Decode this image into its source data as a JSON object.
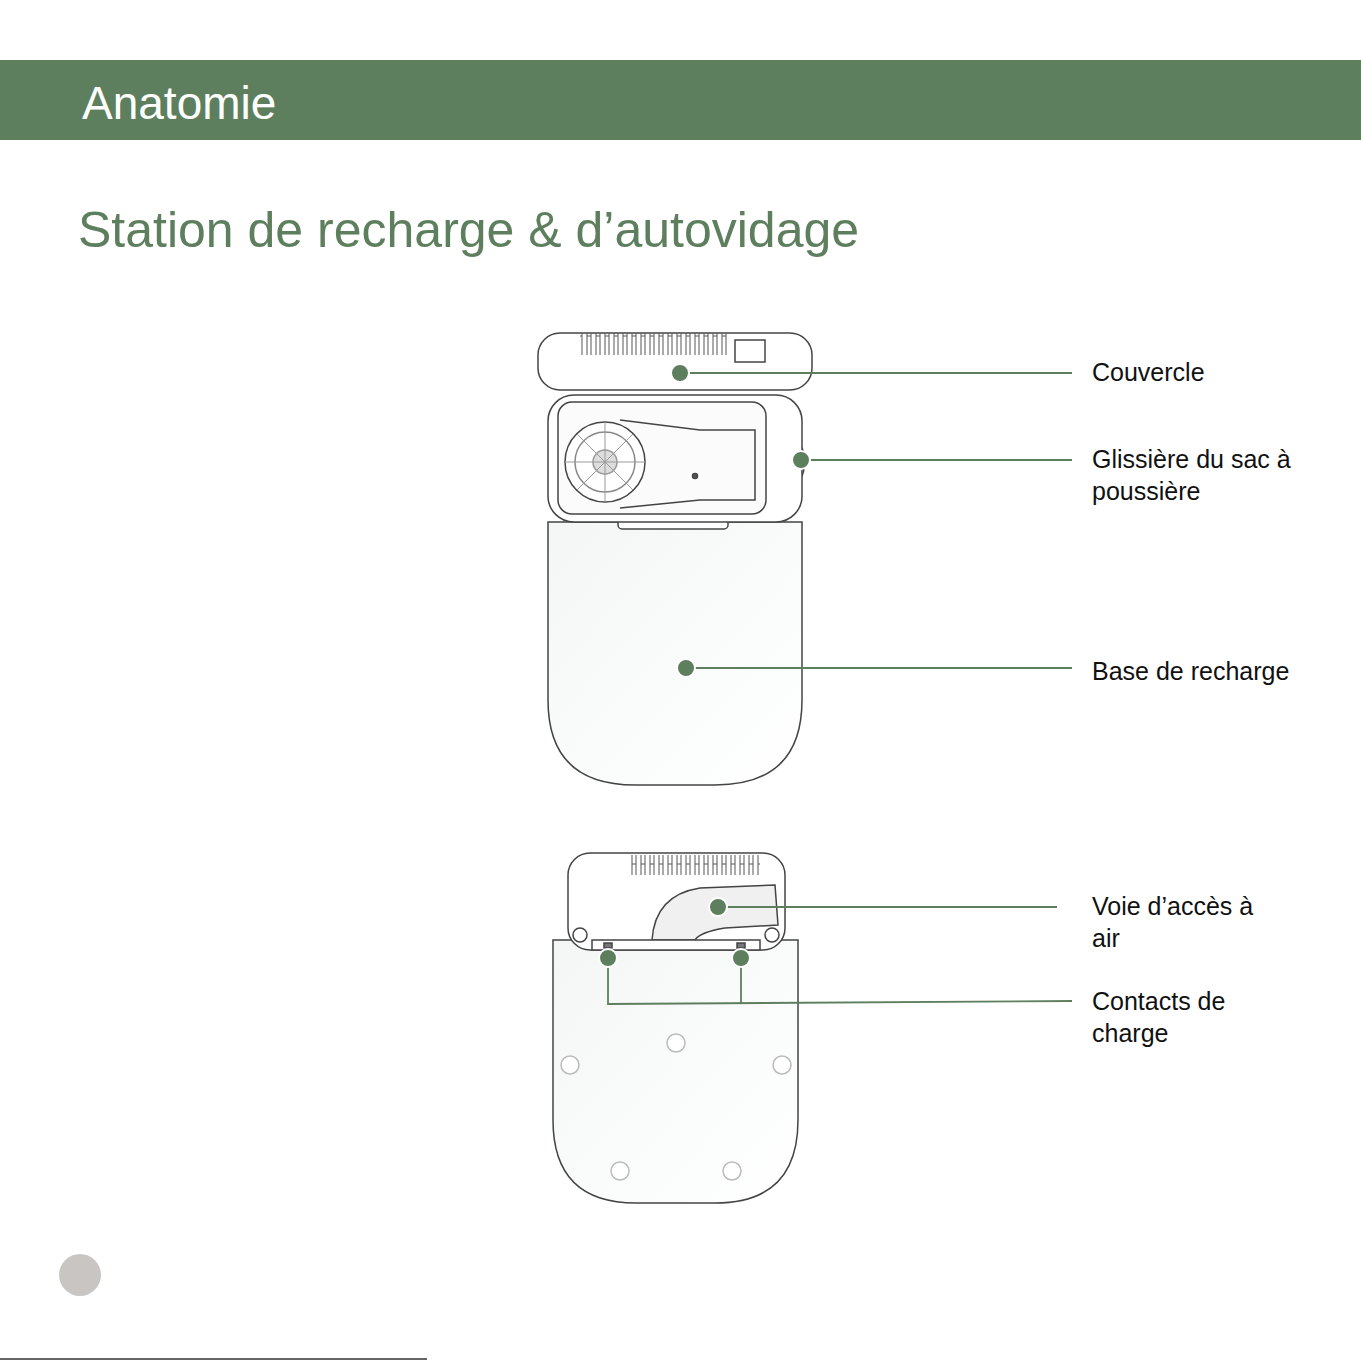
{
  "diagram": {
    "title": "Station de recharge & d’autovidage",
    "nodes": [
      {
        "text": [
          "Anatomie"
        ]
      }
    ],
    "labels": [
      "Couvercle",
      "Glissière du sac à poussière",
      "Base de recharge",
      "Voie d’accès à air",
      "Contacts de charge"
    ]
  }
}
